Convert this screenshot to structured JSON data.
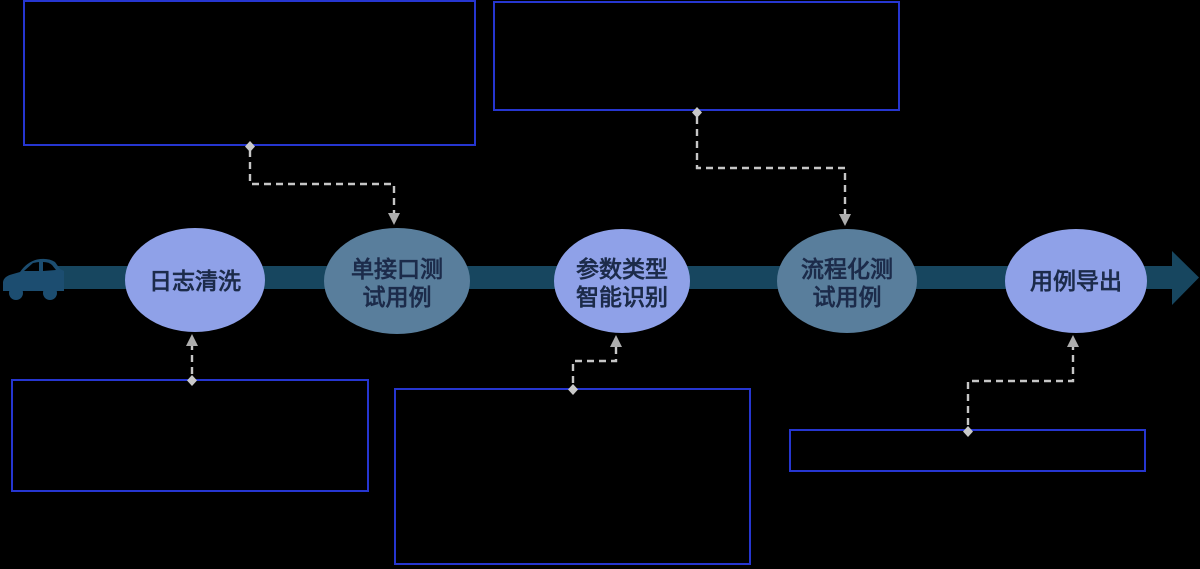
{
  "diagram": {
    "stages": [
      {
        "id": "log-cleaning",
        "line1": "日志清洗",
        "line2": "",
        "variant": "light"
      },
      {
        "id": "single-interface-case",
        "line1": "单接口测",
        "line2": "试用例",
        "variant": "dark"
      },
      {
        "id": "param-type-recognition",
        "line1": "参数类型",
        "line2": "智能识别",
        "variant": "light"
      },
      {
        "id": "flow-test-case",
        "line1": "流程化测",
        "line2": "试用例",
        "variant": "dark"
      },
      {
        "id": "case-export",
        "line1": "用例导出",
        "line2": "",
        "variant": "light"
      }
    ],
    "callouts": [
      {
        "id": "top-left",
        "text": "",
        "connects_to": "单接口测试用例"
      },
      {
        "id": "top-middle",
        "text": "",
        "connects_to": "流程化测试用例"
      },
      {
        "id": "bottom-left",
        "text": "",
        "connects_to": "日志清洗"
      },
      {
        "id": "bottom-middle",
        "text": "",
        "connects_to": "参数类型智能识别"
      },
      {
        "id": "bottom-right",
        "text": "",
        "connects_to": "用例导出"
      }
    ],
    "icons": {
      "car": "car-icon",
      "arrow": "arrow-right-icon"
    },
    "colors": {
      "background": "#000000",
      "timeline": "#17465f",
      "car": "#1c4d70",
      "ellipse_light": "#8fa1e8",
      "ellipse_dark": "#597e9c",
      "label_text": "#1c2b4a",
      "box_border": "#2636d0",
      "box_fill": "#000000",
      "connector_dash": "#c6c6c6",
      "marker": "#adadad"
    }
  }
}
